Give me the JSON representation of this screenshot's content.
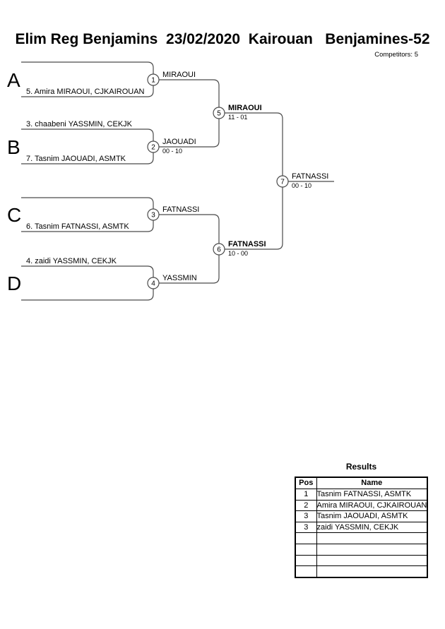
{
  "page": {
    "title": "Elim Reg Benjamins  23/02/2020  Kairouan   Benjamines-52",
    "competitors_label": "Competitors: 5"
  },
  "colors": {
    "line": "#4a4a4a",
    "text": "#000000",
    "table_border": "#000000",
    "background": "#ffffff"
  },
  "bracket": {
    "groups": [
      {
        "letter": "A",
        "top_name": "",
        "bottom_name": "5. Amira MIRAOUI, CJKAIROUAN"
      },
      {
        "letter": "B",
        "top_name": "3. chaabeni YASSMIN, CEKJK",
        "bottom_name": "7. Tasnim JAOUADI, ASMTK"
      },
      {
        "letter": "C",
        "top_name": "",
        "bottom_name": "6. Tasnim FATNASSI, ASMTK"
      },
      {
        "letter": "D",
        "top_name": "4. zaidi YASSMIN, CEKJK",
        "bottom_name": ""
      }
    ],
    "matches": [
      {
        "number": "1",
        "winner": "MIRAOUI",
        "score": ""
      },
      {
        "number": "2",
        "winner": "JAOUADI",
        "score": "00 - 10"
      },
      {
        "number": "3",
        "winner": "FATNASSI",
        "score": ""
      },
      {
        "number": "4",
        "winner": "YASSMIN",
        "score": ""
      },
      {
        "number": "5",
        "winner": "MIRAOUI",
        "score": "11 - 01"
      },
      {
        "number": "6",
        "winner": "FATNASSI",
        "score": "10 - 00"
      },
      {
        "number": "7",
        "winner": "FATNASSI",
        "score": "00 - 10"
      }
    ]
  },
  "results": {
    "title": "Results",
    "columns": [
      "Pos",
      "Name"
    ],
    "rows": [
      [
        "1",
        "Tasnim FATNASSI, ASMTK"
      ],
      [
        "2",
        "Amira MIRAOUI, CJKAIROUAN"
      ],
      [
        "3",
        "Tasnim JAOUADI, ASMTK"
      ],
      [
        "3",
        "zaidi YASSMIN, CEKJK"
      ],
      [
        "",
        ""
      ],
      [
        "",
        ""
      ],
      [
        "",
        ""
      ],
      [
        "",
        ""
      ]
    ]
  }
}
